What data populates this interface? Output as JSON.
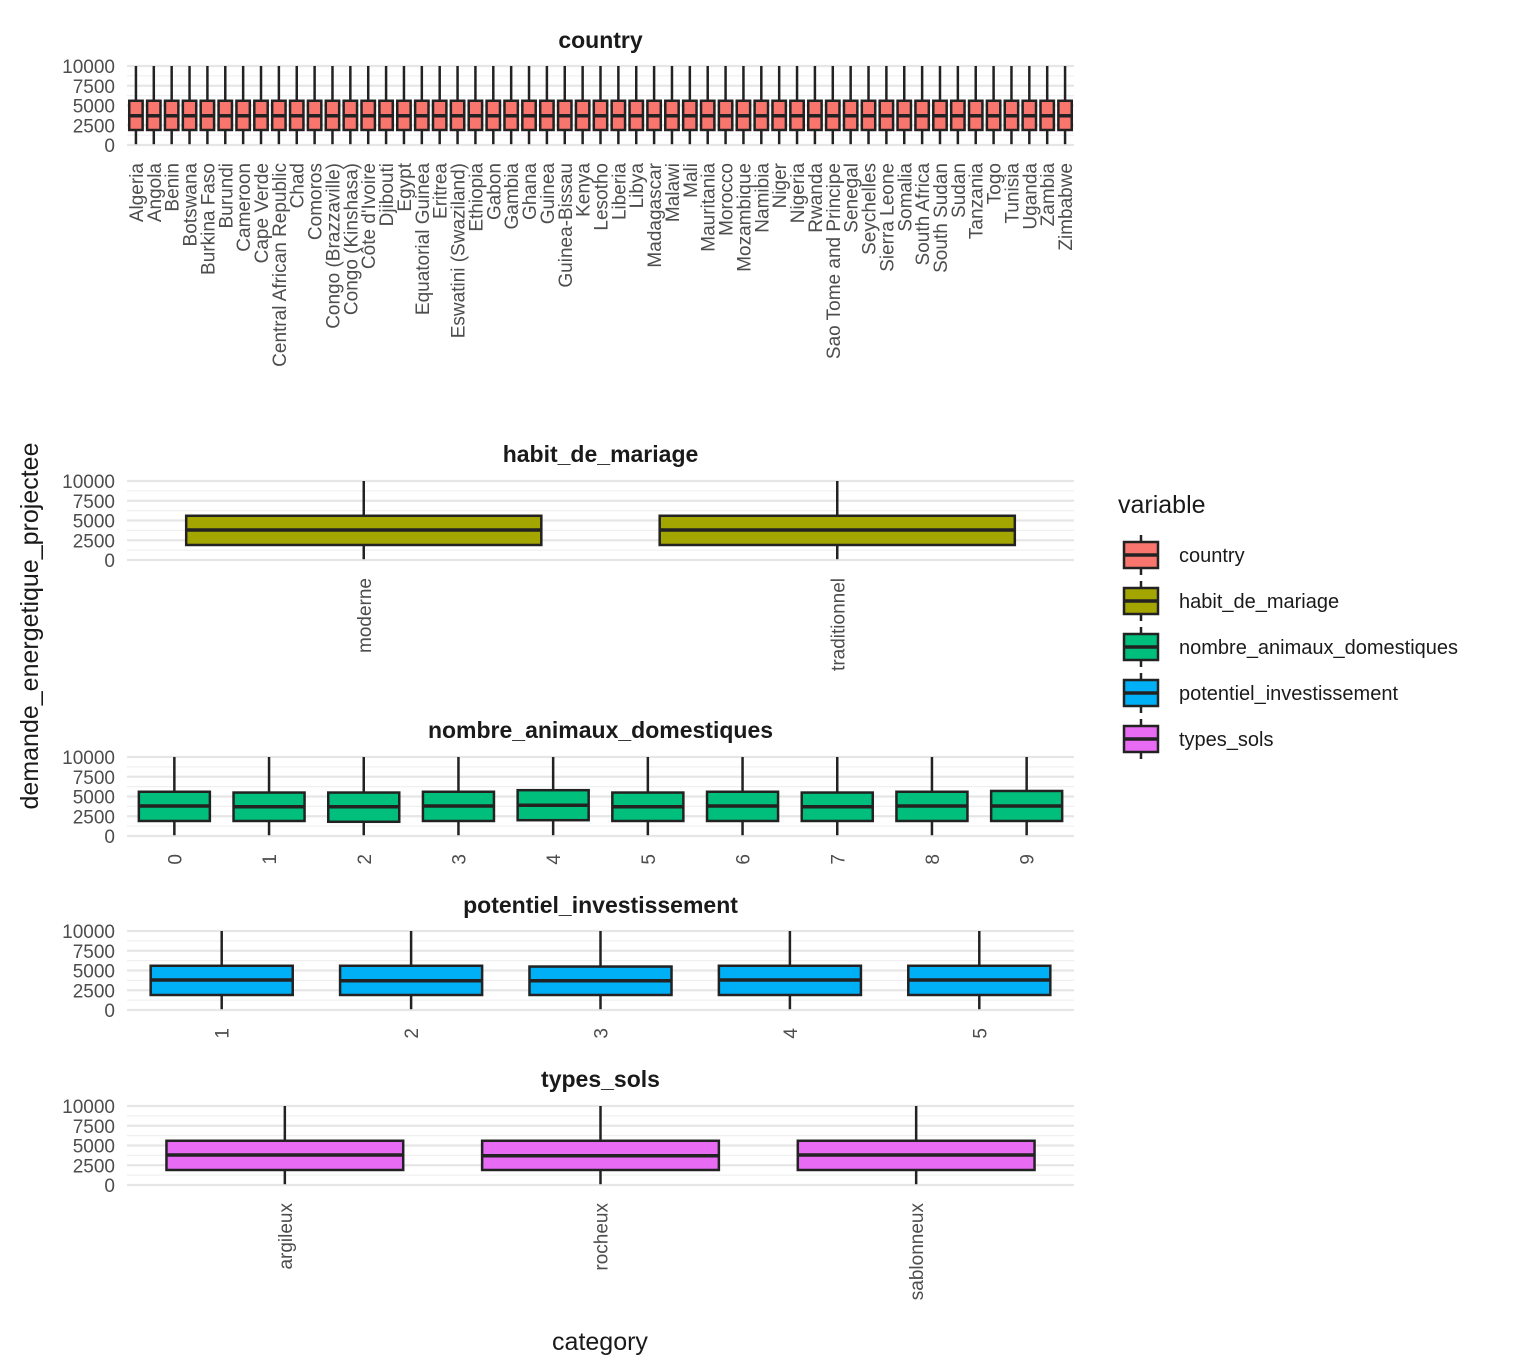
{
  "chart_data": {
    "type": "boxplot",
    "xlabel": "category",
    "ylabel": "demande_energetique_projectee",
    "ylim": [
      0,
      10000
    ],
    "yticks": [
      "0",
      "2500",
      "5000",
      "7500",
      "10000"
    ],
    "grid": true,
    "legend": {
      "title": "variable",
      "position": "right",
      "entries": [
        "country",
        "habit_de_mariage",
        "nombre_animaux_domestiques",
        "potentiel_investissement",
        "types_sols"
      ]
    },
    "colors": {
      "country": "#F8766D",
      "habit_de_mariage": "#A3A500",
      "nombre_animaux_domestiques": "#00BF7D",
      "potentiel_investissement": "#00B0F6",
      "types_sols": "#E76BF3"
    },
    "panels": [
      {
        "variable": "country",
        "title": "country",
        "categories": [
          "Algeria",
          "Angola",
          "Benin",
          "Botswana",
          "Burkina Faso",
          "Burundi",
          "Cameroon",
          "Cape Verde",
          "Central African Republic",
          "Chad",
          "Comoros",
          "Congo (Brazzaville)",
          "Congo (Kinshasa)",
          "Côte d'Ivoire",
          "Djibouti",
          "Egypt",
          "Equatorial Guinea",
          "Eritrea",
          "Eswatini (Swaziland)",
          "Ethiopia",
          "Gabon",
          "Gambia",
          "Ghana",
          "Guinea",
          "Guinea-Bissau",
          "Kenya",
          "Lesotho",
          "Liberia",
          "Libya",
          "Madagascar",
          "Malawi",
          "Mali",
          "Mauritania",
          "Morocco",
          "Mozambique",
          "Namibia",
          "Niger",
          "Nigeria",
          "Rwanda",
          "Sao Tome and Principe",
          "Senegal",
          "Seychelles",
          "Sierra Leone",
          "Somalia",
          "South Africa",
          "South Sudan",
          "Sudan",
          "Tanzania",
          "Togo",
          "Tunisia",
          "Uganda",
          "Zambia",
          "Zimbabwe"
        ],
        "stats": {
          "min": 100,
          "q1": 1900,
          "median": 3700,
          "q3": 5600,
          "max": 10000
        }
      },
      {
        "variable": "habit_de_mariage",
        "title": "habit_de_mariage",
        "categories": [
          "moderne",
          "traditionnel"
        ],
        "boxes": [
          {
            "min": 100,
            "q1": 1900,
            "median": 3800,
            "q3": 5600,
            "max": 10000
          },
          {
            "min": 100,
            "q1": 1900,
            "median": 3800,
            "q3": 5600,
            "max": 10000
          }
        ]
      },
      {
        "variable": "nombre_animaux_domestiques",
        "title": "nombre_animaux_domestiques",
        "categories": [
          "0",
          "1",
          "2",
          "3",
          "4",
          "5",
          "6",
          "7",
          "8",
          "9"
        ],
        "boxes": [
          {
            "min": 100,
            "q1": 1900,
            "median": 3800,
            "q3": 5600,
            "max": 10000
          },
          {
            "min": 100,
            "q1": 1900,
            "median": 3700,
            "q3": 5500,
            "max": 10000
          },
          {
            "min": 100,
            "q1": 1800,
            "median": 3700,
            "q3": 5500,
            "max": 10000
          },
          {
            "min": 100,
            "q1": 1900,
            "median": 3800,
            "q3": 5600,
            "max": 10000
          },
          {
            "min": 100,
            "q1": 2000,
            "median": 3900,
            "q3": 5800,
            "max": 10000
          },
          {
            "min": 100,
            "q1": 1900,
            "median": 3700,
            "q3": 5500,
            "max": 10000
          },
          {
            "min": 100,
            "q1": 1900,
            "median": 3800,
            "q3": 5600,
            "max": 10000
          },
          {
            "min": 100,
            "q1": 1900,
            "median": 3700,
            "q3": 5500,
            "max": 10000
          },
          {
            "min": 100,
            "q1": 1900,
            "median": 3800,
            "q3": 5600,
            "max": 10000
          },
          {
            "min": 100,
            "q1": 1900,
            "median": 3800,
            "q3": 5700,
            "max": 10000
          }
        ]
      },
      {
        "variable": "potentiel_investissement",
        "title": "potentiel_investissement",
        "categories": [
          "1",
          "2",
          "3",
          "4",
          "5"
        ],
        "boxes": [
          {
            "min": 100,
            "q1": 1900,
            "median": 3800,
            "q3": 5600,
            "max": 10000
          },
          {
            "min": 100,
            "q1": 1900,
            "median": 3700,
            "q3": 5600,
            "max": 10000
          },
          {
            "min": 100,
            "q1": 1900,
            "median": 3700,
            "q3": 5500,
            "max": 10000
          },
          {
            "min": 100,
            "q1": 1900,
            "median": 3800,
            "q3": 5600,
            "max": 10000
          },
          {
            "min": 100,
            "q1": 1900,
            "median": 3800,
            "q3": 5600,
            "max": 10000
          }
        ]
      },
      {
        "variable": "types_sols",
        "title": "types_sols",
        "categories": [
          "argileux",
          "rocheux",
          "sablonneux"
        ],
        "boxes": [
          {
            "min": 100,
            "q1": 1900,
            "median": 3800,
            "q3": 5600,
            "max": 10000
          },
          {
            "min": 100,
            "q1": 1900,
            "median": 3700,
            "q3": 5600,
            "max": 10000
          },
          {
            "min": 100,
            "q1": 1900,
            "median": 3800,
            "q3": 5600,
            "max": 10000
          }
        ]
      }
    ]
  }
}
